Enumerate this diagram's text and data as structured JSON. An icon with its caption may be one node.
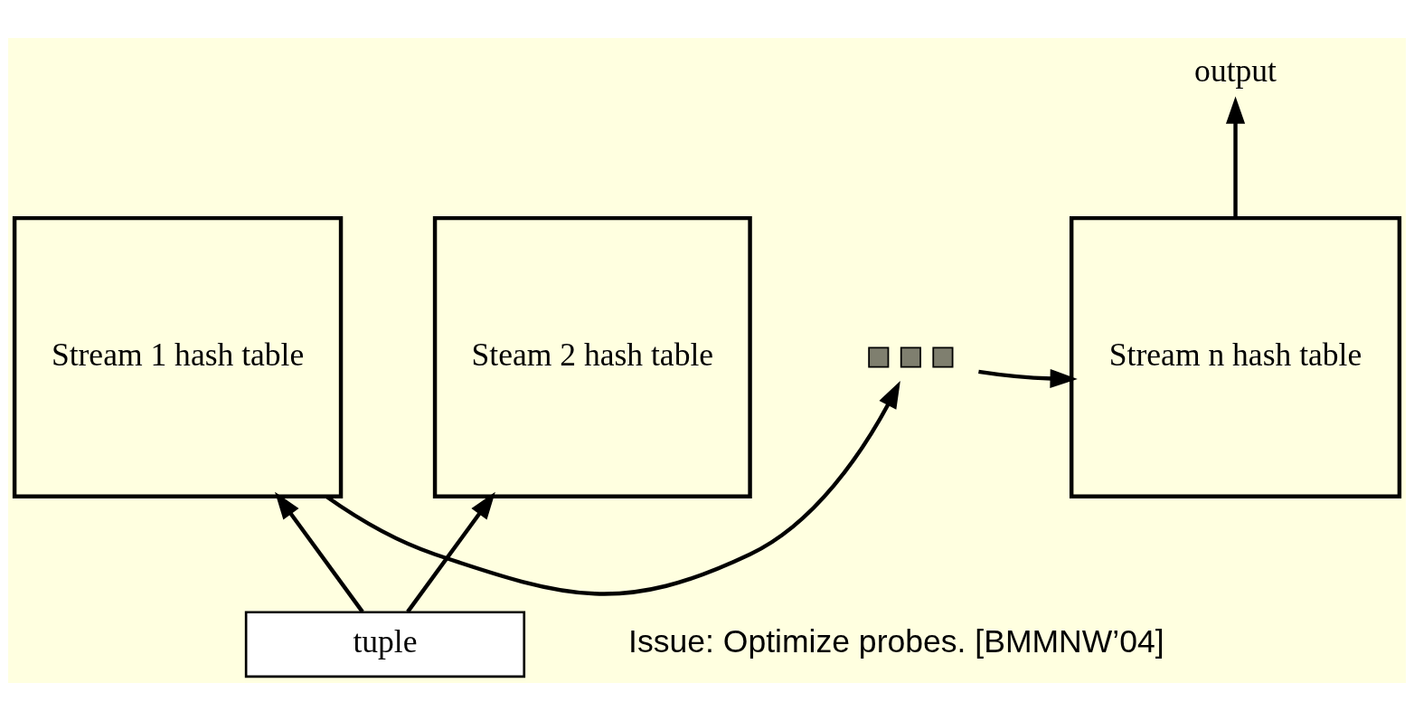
{
  "diagram": {
    "nodes": [
      {
        "text": [
          "output"
        ]
      },
      {
        "text": [
          "Stream 1 hash table"
        ]
      },
      {
        "text": [
          "Steam 2 hash table"
        ]
      },
      {
        "text": [],
        "shape": "box"
      },
      {
        "text": [
          "Stream n hash table"
        ]
      },
      {
        "text": [
          "tuple"
        ]
      }
    ],
    "edges": [
      {
        "from": 5,
        "to": 1,
        "arrow": "to"
      },
      {
        "from": 5,
        "to": 2,
        "arrow": "to"
      },
      {
        "from": 1,
        "to": 3,
        "arrow": "to"
      },
      {
        "from": 3,
        "to": 4,
        "arrow": "to"
      },
      {
        "from": 4,
        "to": 0,
        "arrow": "to"
      }
    ],
    "labels": [
      "Issue: Optimize probes. [BMMNW’04]"
    ]
  }
}
